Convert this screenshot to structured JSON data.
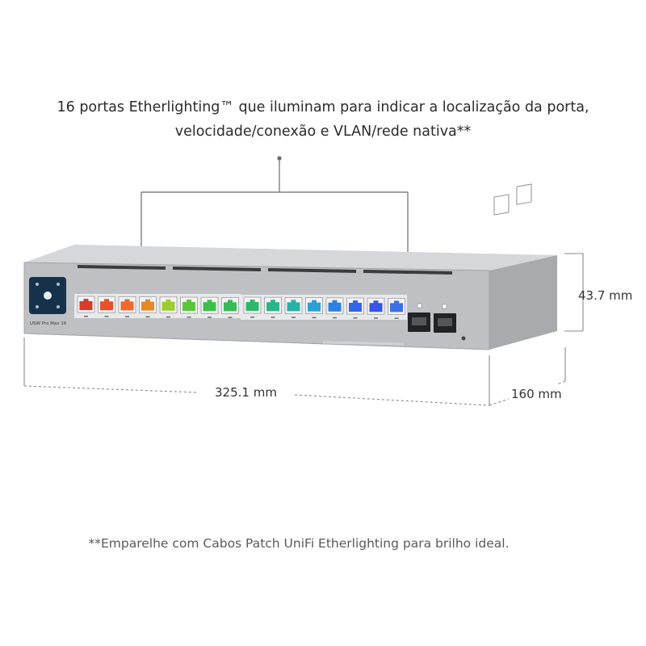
{
  "headline": {
    "line1": "16 portas Etherlighting™ que iluminam para indicar a localização da porta,",
    "line2": "velocidade/conexão e VLAN/rede nativa**"
  },
  "footnote": "**Emparelhe com Cabos Patch UniFi Etherlighting para brilho ideal.",
  "dimensions": {
    "width": "325.1 mm",
    "height": "43.7 mm",
    "depth": "160 mm"
  },
  "device": {
    "model_label": "USW Pro Max 16",
    "port_count": 16,
    "sfp_count": 2,
    "port_colors": [
      "#d93a2a",
      "#e8502c",
      "#ee6a2a",
      "#e38a26",
      "#9ccc30",
      "#5cc63a",
      "#3cbf4a",
      "#36bb58",
      "#2fb86a",
      "#2bb487",
      "#28b0a6",
      "#2aa0d6",
      "#2f7fe6",
      "#3466ea",
      "#3954e6",
      "#3f6fe8"
    ],
    "chassis_color": "#c8c9cc",
    "face_color": "#b8b9bd"
  }
}
